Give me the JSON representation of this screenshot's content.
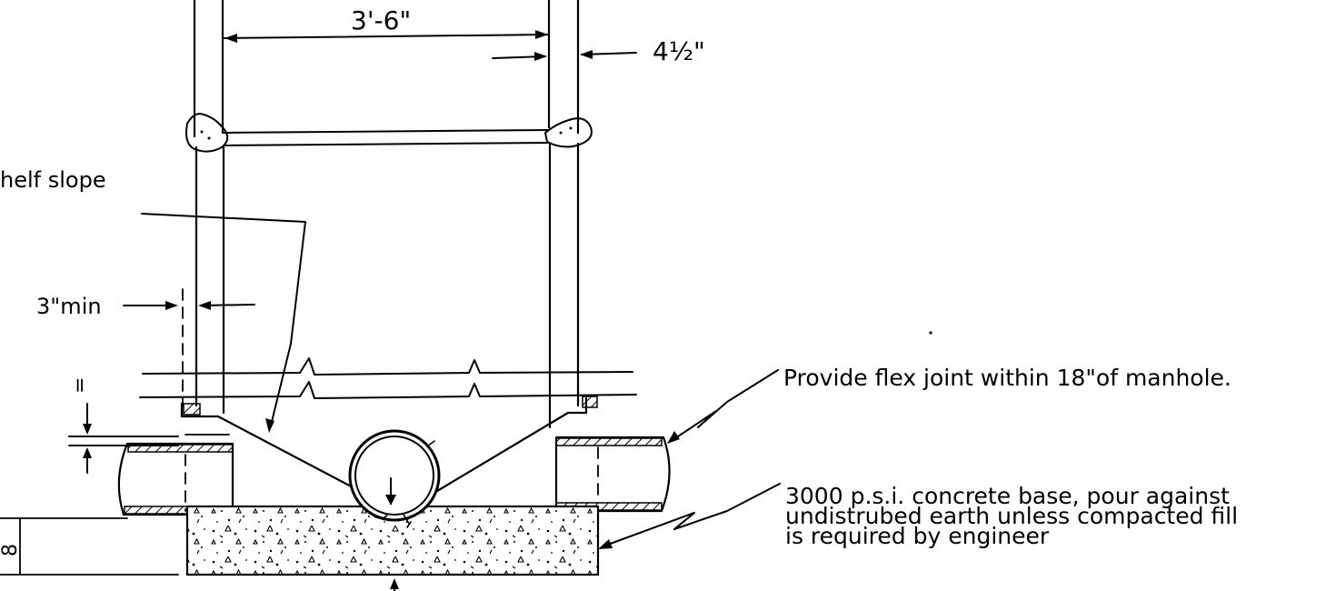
{
  "dimensions": {
    "inside_diameter": "3'-6\"",
    "wall_thickness": "4½\"",
    "clearance": "3\"min",
    "shelf_step": "=",
    "base_depth": "8"
  },
  "callouts": {
    "shelf_slope": "helf slope",
    "flex_joint": "Provide flex joint within 18\"of manhole.",
    "base_line1": "3000 p.s.i. concrete base, pour against",
    "base_line2": "undistrubed earth unless compacted fill",
    "base_line3": "is required by engineer"
  }
}
